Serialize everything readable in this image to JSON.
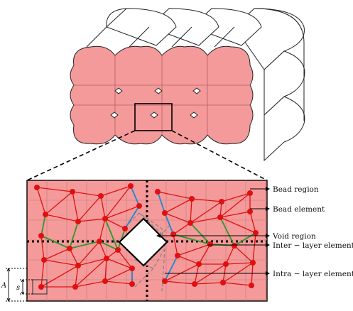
{
  "labels": {
    "bead_region": "Bead region",
    "bead_element": "Bead element",
    "void_region": "Void region",
    "inter_layer_element": "Inter − layer element",
    "intra_layer_element": "Intra − layer element"
  },
  "dimensions": {
    "A": "A",
    "s": "s"
  },
  "colors": {
    "bead_fill": "#f59a9a",
    "node": "#e01010",
    "bead_element": "#e01010",
    "inter_layer": "#2a9a2a",
    "void_edge": "#1a88d8",
    "void_outline": "#000000"
  }
}
